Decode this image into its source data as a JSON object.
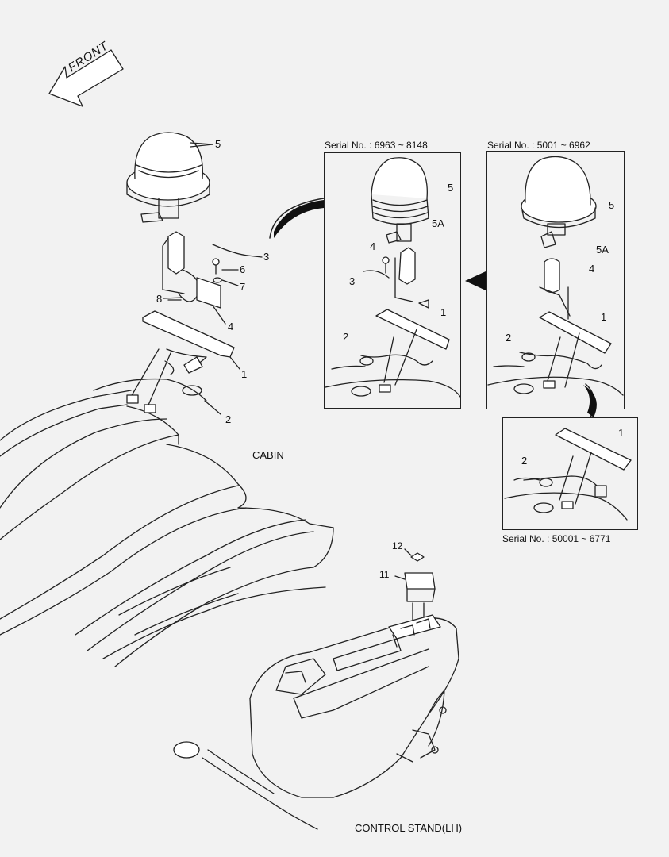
{
  "direction": {
    "label": "FRONT"
  },
  "captions": {
    "cabin": "CABIN",
    "control_stand": "CONTROL STAND(LH)"
  },
  "panels": {
    "serial_a": "Serial No. : 6963 ~ 8148",
    "serial_b": "Serial No. : 5001 ~ 6962",
    "serial_c": "Serial No. : 50001 ~ 6771"
  },
  "main_callouts": {
    "p5": "5",
    "p3": "3",
    "p6": "6",
    "p7": "7",
    "p8": "8",
    "p4": "4",
    "p1": "1",
    "p2": "2",
    "p12": "12",
    "p11": "11"
  },
  "panel_a_callouts": {
    "p5": "5",
    "p5a": "5A",
    "p4": "4",
    "p3": "3",
    "p1": "1",
    "p2": "2"
  },
  "panel_b_callouts": {
    "p5": "5",
    "p5a": "5A",
    "p4": "4",
    "p1": "1",
    "p2": "2"
  },
  "panel_c_callouts": {
    "p1": "1",
    "p2": "2"
  },
  "colors": {
    "line": "#222222",
    "background": "#f2f2f2",
    "panel": "#f7f7f7"
  }
}
